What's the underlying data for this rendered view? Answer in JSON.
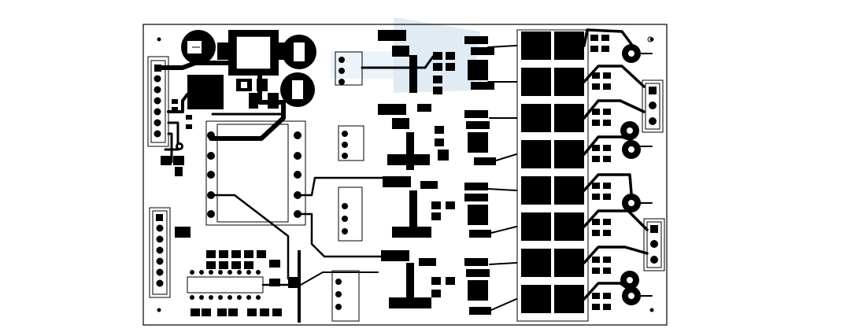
{
  "board": {
    "background": "#ffffff",
    "copper_color": "#000000",
    "silkscreen_color": "#000000",
    "watermark_color": "#a9c8e2",
    "polarity_marks": [
      "+",
      "+"
    ]
  },
  "layout_items": {
    "connectors": [
      "power-header",
      "signal-header",
      "output-connector-top",
      "output-connector-bottom"
    ],
    "transformer": "isolation-transformer",
    "capacitors": [
      "electrolytic-cap-left",
      "electrolytic-cap-right-top",
      "electrolytic-cap-right-bottom"
    ],
    "driver_channels": 4,
    "mosfet_pairs": 8,
    "ic": "control-ic"
  }
}
